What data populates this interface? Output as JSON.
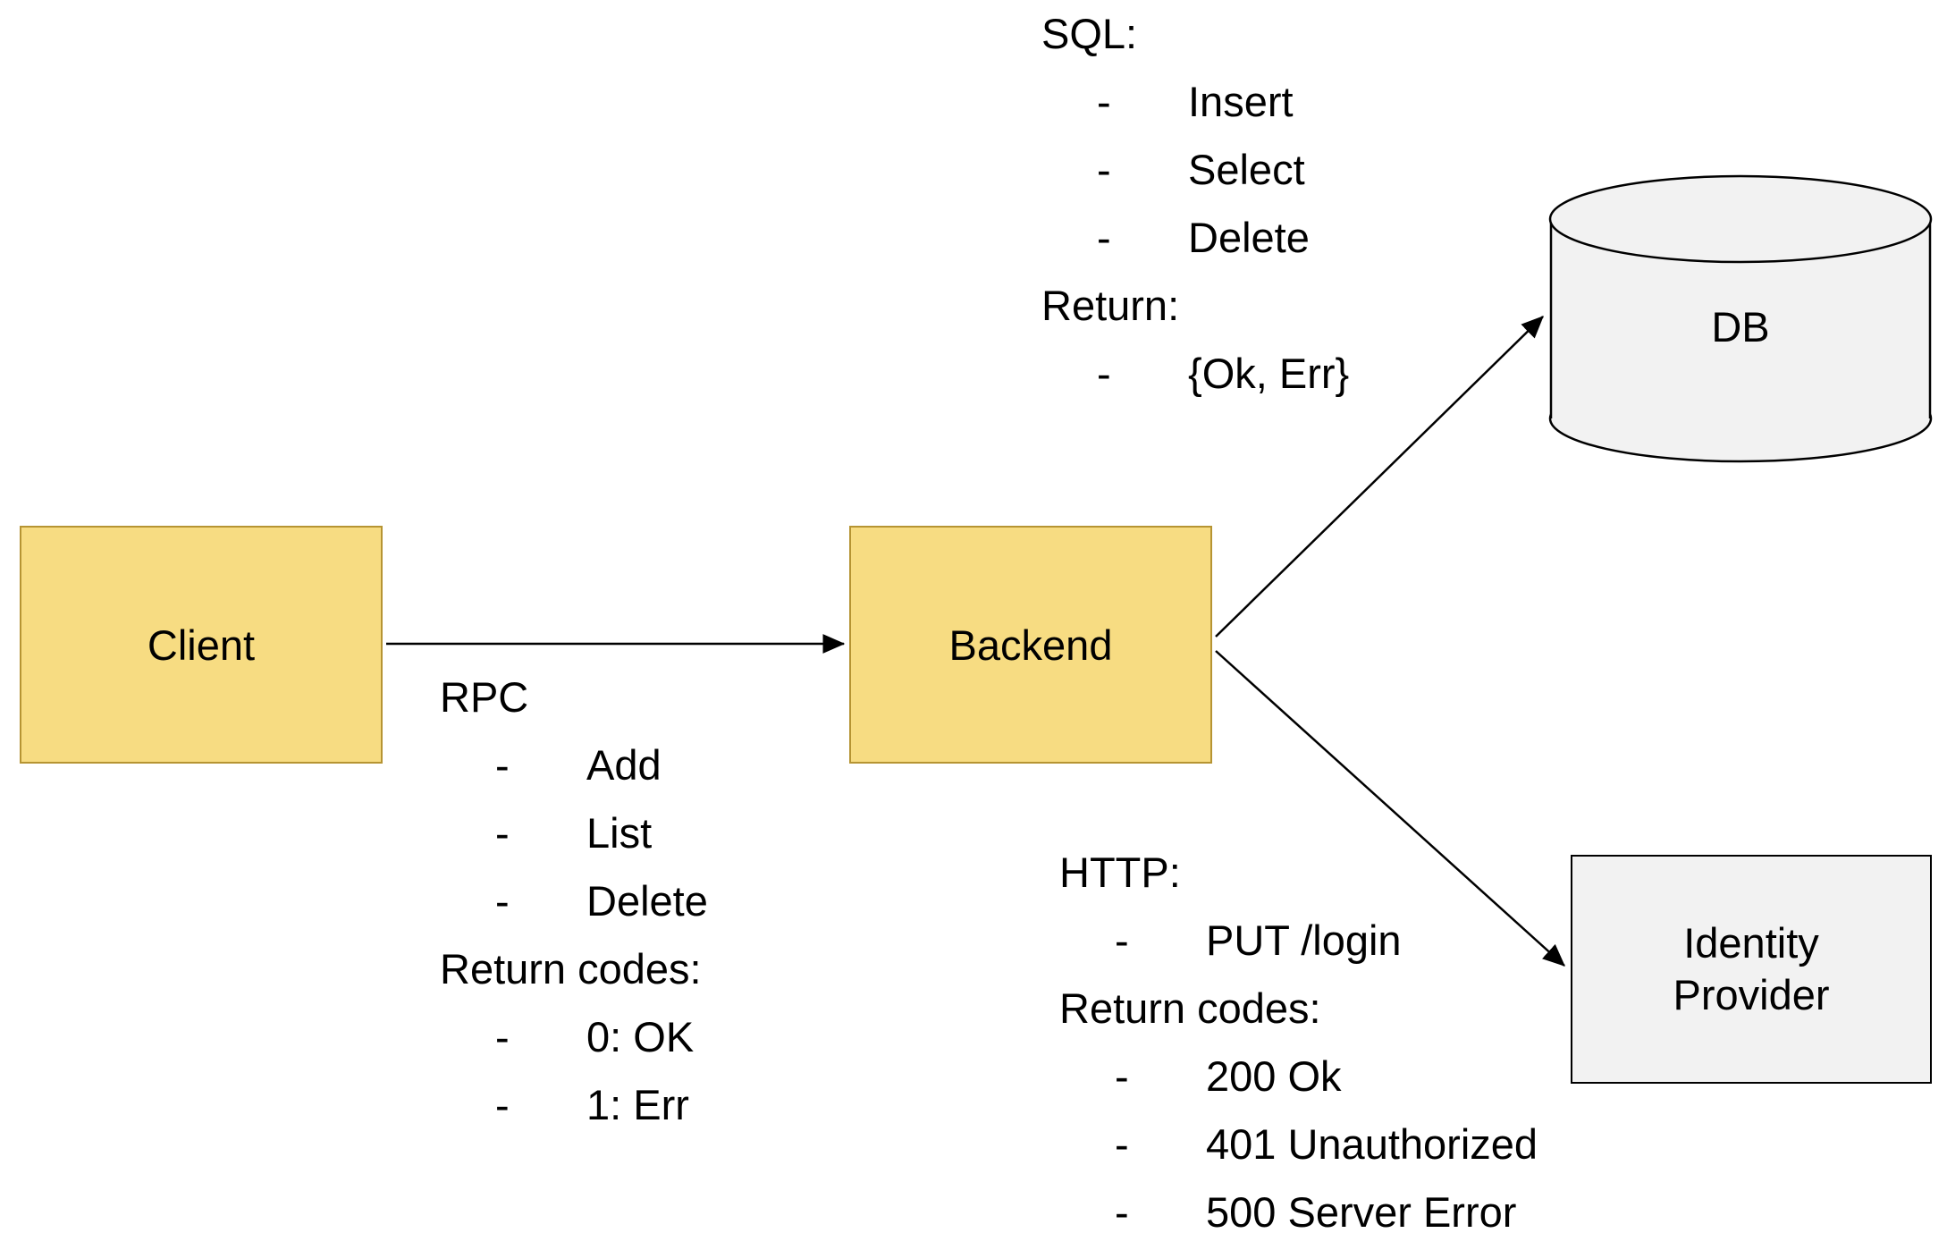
{
  "nodes": {
    "client": {
      "label": "Client"
    },
    "backend": {
      "label": "Backend"
    },
    "db": {
      "label": "DB"
    },
    "identity_provider": {
      "label_line1": "Identity",
      "label_line2": "Provider"
    }
  },
  "annotations": {
    "sql": {
      "lines": [
        {
          "bullet": "",
          "text": "SQL:"
        },
        {
          "bullet": "-",
          "text": "Insert"
        },
        {
          "bullet": "-",
          "text": "Select"
        },
        {
          "bullet": "-",
          "text": "Delete"
        },
        {
          "bullet": "",
          "text": "Return:"
        },
        {
          "bullet": "-",
          "text": "{Ok, Err}"
        }
      ]
    },
    "rpc": {
      "lines": [
        {
          "bullet": "",
          "text": "RPC"
        },
        {
          "bullet": "-",
          "text": "Add"
        },
        {
          "bullet": "-",
          "text": "List"
        },
        {
          "bullet": "-",
          "text": "Delete"
        },
        {
          "bullet": "",
          "text": "Return codes:"
        },
        {
          "bullet": "-",
          "text": "0: OK"
        },
        {
          "bullet": "-",
          "text": "1: Err"
        }
      ]
    },
    "http": {
      "lines": [
        {
          "bullet": "",
          "text": "HTTP:"
        },
        {
          "bullet": "-",
          "text": "PUT /login"
        },
        {
          "bullet": "",
          "text": "Return codes:"
        },
        {
          "bullet": "-",
          "text": "200 Ok"
        },
        {
          "bullet": "-",
          "text": "401 Unauthorized"
        },
        {
          "bullet": "-",
          "text": "500 Server Error"
        }
      ]
    }
  },
  "colors": {
    "node_fill_yellow": "#F7DC82",
    "node_border_yellow": "#B69433",
    "node_fill_gray": "#F2F2F2",
    "node_border_gray": "#000000",
    "arrow": "#000000",
    "text": "#000000",
    "background": "#FFFFFF"
  }
}
